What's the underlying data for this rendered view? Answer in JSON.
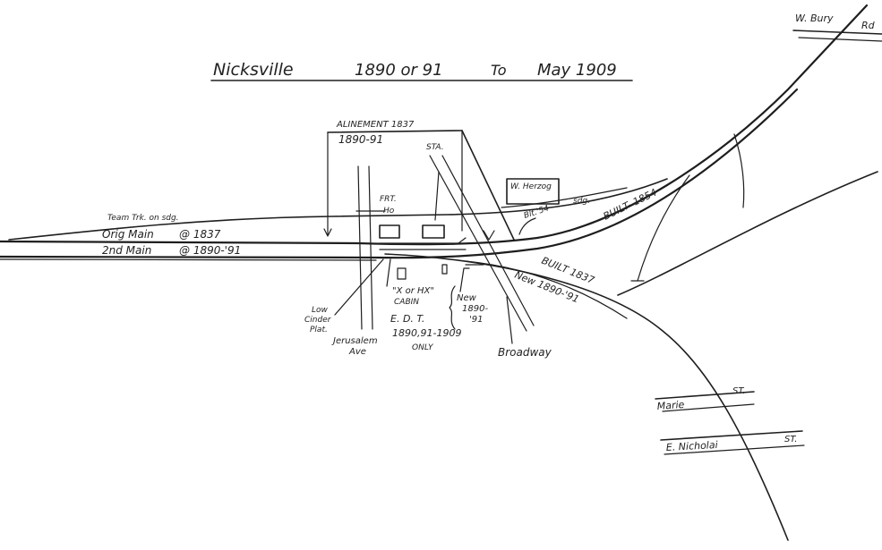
{
  "title": {
    "place": "Nicksville",
    "from": "1890 or 91",
    "to_word": "To",
    "to": "May 1909"
  },
  "labels": {
    "w_bury": "W. Bury",
    "rd": "Rd",
    "alinement_old": "ALINEMENT 1837",
    "alinement_new": "1890-91",
    "sta": "STA.",
    "w_herzog": "W. Herzog",
    "sdg": "sdg.",
    "frt_ho_1": "FRT.",
    "frt_ho_2": "Ho",
    "team_trk": "Team Trk. on sdg.",
    "orig_main": "Orig Main",
    "orig_main_year": "@ 1837",
    "second_main": "2nd Main",
    "second_main_year": "@ 1890-'91",
    "blt_54": "Blt.'54",
    "built_1854": "BUILT- 1854",
    "built_1837": "BUILT 1837",
    "new_1890_91": "New 1890-'91",
    "low_cinder_1": "Low",
    "low_cinder_2": "Cinder",
    "low_cinder_3": "Plat.",
    "cabin_1": "\"X or HX\"",
    "cabin_2": "CABIN",
    "edt_1": "E. D. T.",
    "edt_2": "1890,91-1909",
    "edt_3": "ONLY",
    "new_1890_1": "New",
    "new_1890_2": "1890-",
    "new_1890_3": "'91",
    "jerusalem_1": "Jerusalem",
    "jerusalem_2": "Ave",
    "broadway": "Broadway",
    "marie_st": "Marie",
    "st1": "ST.",
    "e_nicholai": "E. Nicholai",
    "st2": "ST."
  }
}
